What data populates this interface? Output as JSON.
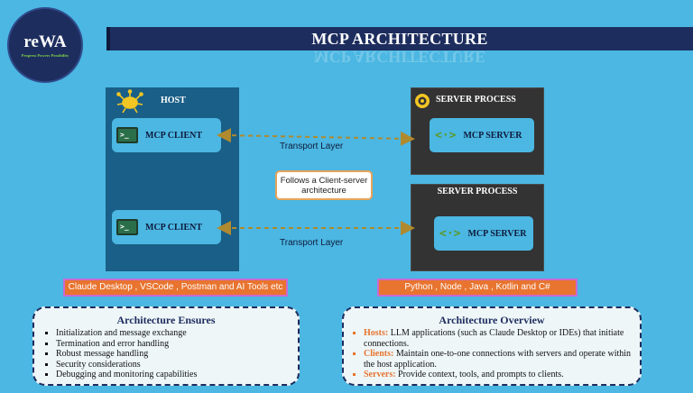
{
  "logo": {
    "name": "reWA",
    "tagline": "Progress Powers Possibility"
  },
  "title": "MCP ARCHITECTURE",
  "host": {
    "label": "HOST",
    "clients": [
      "MCP CLIENT",
      "MCP CLIENT"
    ]
  },
  "servers": [
    {
      "label": "SERVER PROCESS",
      "box": "MCP SERVER"
    },
    {
      "label": "SERVER PROCESS",
      "box": "MCP SERVER"
    }
  ],
  "transport": [
    "Transport Layer",
    "Transport Layer"
  ],
  "note": "Follows a Client-server architecture",
  "bars": {
    "hosts": "Claude Desktop , VSCode , Postman and AI Tools etc",
    "languages": "Python , Node , Java , Kotlin and C#"
  },
  "ensures": {
    "title": "Architecture Ensures",
    "items": [
      "Initialization and message exchange",
      "Termination and error handling",
      "Robust message handling",
      "Security considerations",
      "Debugging and monitoring capabilities"
    ]
  },
  "overview": {
    "title": "Architecture Overview",
    "items": [
      {
        "term": "Hosts:",
        "text": "LLM applications (such as Claude Desktop or IDEs) that initiate connections."
      },
      {
        "term": "Clients:",
        "text": "Maintain one-to-one connections with servers and operate within the host application."
      },
      {
        "term": "Servers:",
        "text": "Provide context, tools, and prompts to clients."
      }
    ]
  },
  "colors": {
    "navy": "#1d2d5e",
    "background": "#4bb7e2",
    "host": "#1a5f87",
    "server": "#333333",
    "accent": "#e8742f",
    "arrow": "#b08a2e"
  }
}
